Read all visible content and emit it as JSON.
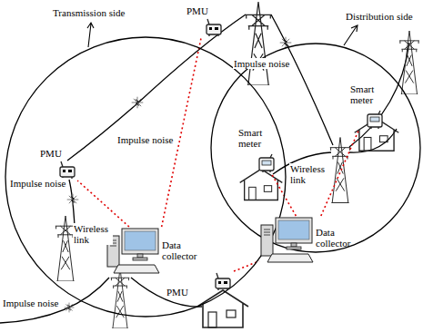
{
  "diagram": {
    "nodes": [
      {
        "text": [
          "PMU"
        ]
      },
      {
        "text": [
          "Transmission side"
        ]
      },
      {
        "text": [
          "PMU"
        ],
        "in": 1
      },
      {
        "text": [
          "Data collector"
        ],
        "in": 1
      },
      {
        "text": [
          "Distribution side"
        ]
      },
      {
        "text": [
          "Smart meter"
        ],
        "in": 4
      },
      {
        "text": [
          "Smart meter"
        ],
        "in": 4
      },
      {
        "text": [
          "Data collector"
        ],
        "in": 4
      },
      {
        "text": [
          "PMU"
        ]
      }
    ],
    "edges": [
      {
        "from": 3,
        "to": 0,
        "arrow": "none"
      },
      {
        "from": 3,
        "to": 2,
        "arrow": "none"
      },
      {
        "from": 7,
        "to": 5,
        "arrow": "none"
      },
      {
        "from": 7,
        "to": 6,
        "arrow": "none"
      },
      {
        "from": 8,
        "to": 7,
        "arrow": "none"
      }
    ],
    "labels": [
      "Impulse noise",
      "Impulse noise",
      "Wireless link",
      "Impulse noise",
      "Impulse noise",
      "Wireless link"
    ]
  }
}
